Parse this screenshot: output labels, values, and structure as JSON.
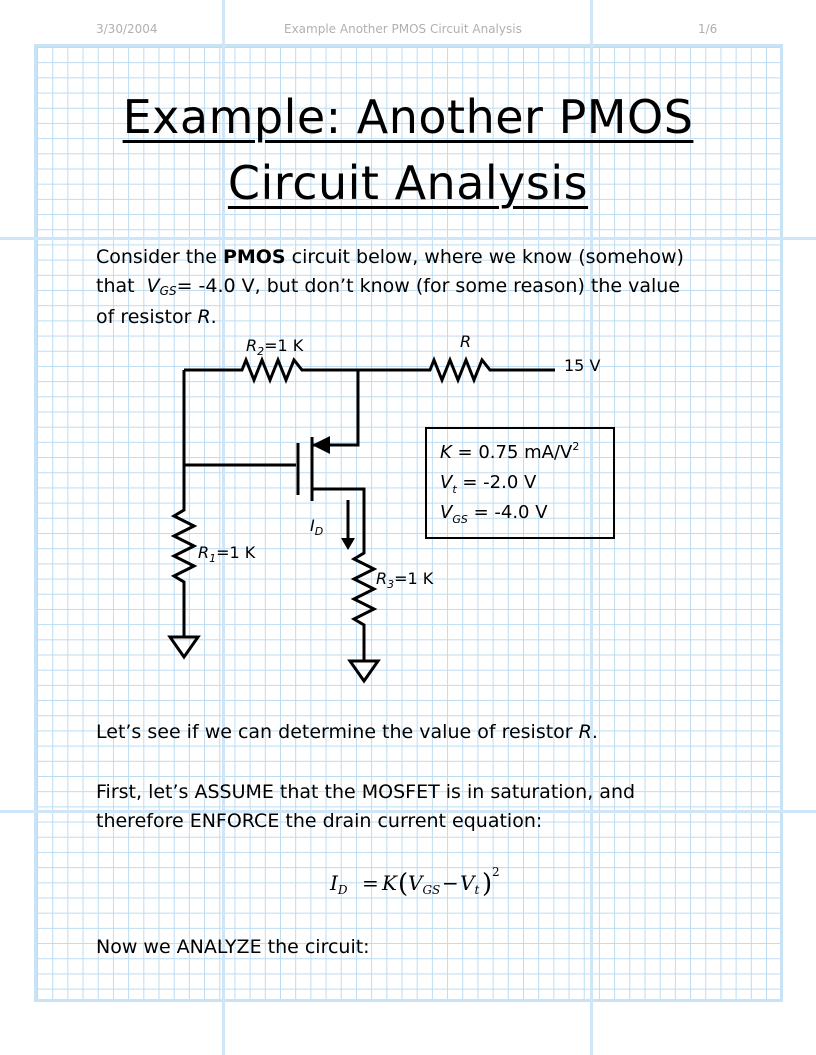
{
  "header": {
    "date": "3/30/2004",
    "doc_title": "Example Another PMOS Circuit Analysis",
    "page": "1/6"
  },
  "title": {
    "line1": "Example: Another PMOS",
    "line2": "Circuit Analysis"
  },
  "intro": {
    "t1": "Consider the ",
    "pmos": "PMOS",
    "t2": " circuit below, where we know (somehow)",
    "t3": "that ",
    "vgs_v": "V",
    "vgs_sub": "GS",
    "t4": "= -4.0 V, but don’t know (for some reason) the value",
    "t5": "of resistor ",
    "r": "R",
    "t6": "."
  },
  "circuit": {
    "r2_label": "R",
    "r2_sub": "2",
    "r2_value": "=1 K",
    "r_label": "R",
    "supply": "15 V",
    "r1_label": "R",
    "r1_sub": "1",
    "r1_value": "=1 K",
    "r3_label": "R",
    "r3_sub": "3",
    "r3_value": "=1 K",
    "id_label": "I",
    "id_sub": "D",
    "params": {
      "k_sym": "K",
      "k_val": " = 0.75  mA/V",
      "k_exp": "2",
      "vt_sym": "V",
      "vt_sub": "t",
      "vt_val": " = -2.0 V",
      "vgs_sym": "V",
      "vgs_sub": "GS",
      "vgs_val": " = -4.0 V"
    }
  },
  "para2": {
    "t1": "Let’s see if we can determine the value of resistor ",
    "r": "R",
    "t2": "."
  },
  "para3": {
    "line1": "First, let’s ASSUME that the MOSFET is in saturation, and",
    "line2": "therefore ENFORCE the drain current equation:"
  },
  "equation": {
    "id": "I",
    "id_sub": "D",
    "eq": "=",
    "k": "K",
    "v1": "V",
    "v1_sub": "GS",
    "minus": "−",
    "v2": "V",
    "v2_sub": "t",
    "exp": "2"
  },
  "para4": {
    "text": "Now we ANALYZE the circuit:"
  }
}
